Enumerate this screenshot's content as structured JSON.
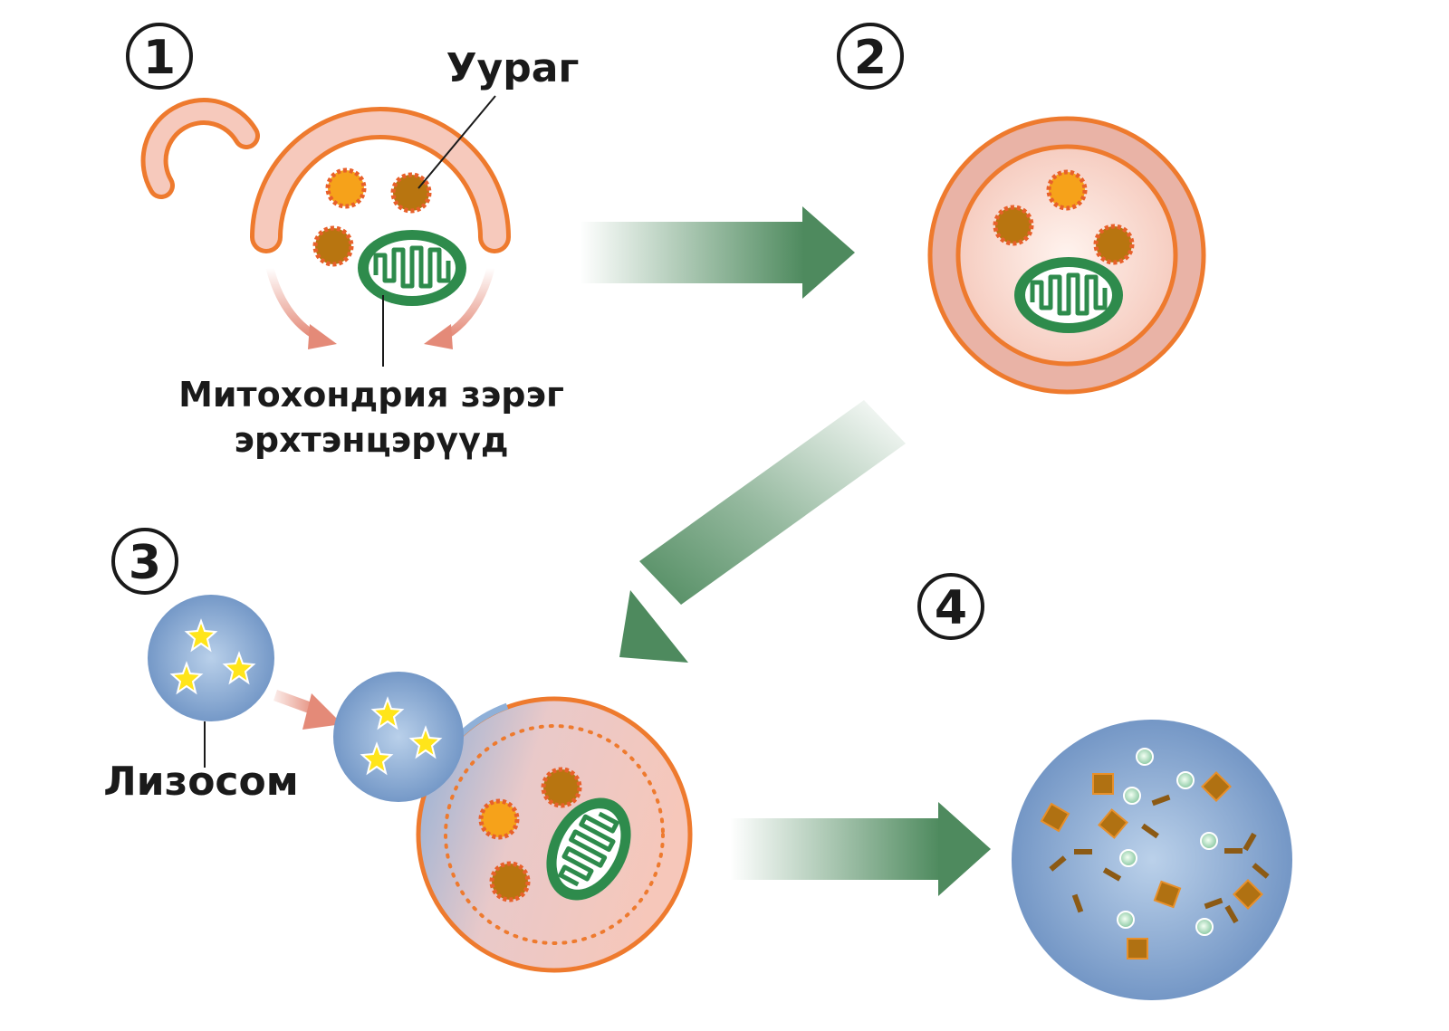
{
  "steps": {
    "s1": "1",
    "s2": "2",
    "s3": "3",
    "s4": "4"
  },
  "labels": {
    "protein": "Уураг",
    "organelles_line1": "Митохондрия зэрэг",
    "organelles_line2": "эрхтэнцэрүүд",
    "lysosome": "Лизосом"
  },
  "colors": {
    "membrane_orange": "#EE7A2E",
    "membrane_fill": "#F6C9BC",
    "mitochondria_green": "#2E8B4C",
    "protein_orange": "#F6A21A",
    "protein_brown": "#B87510",
    "arrow_green": "#4E8A5E",
    "lysosome_blue": "#6E93C4",
    "enzyme_yellow": "#FFE51A"
  }
}
